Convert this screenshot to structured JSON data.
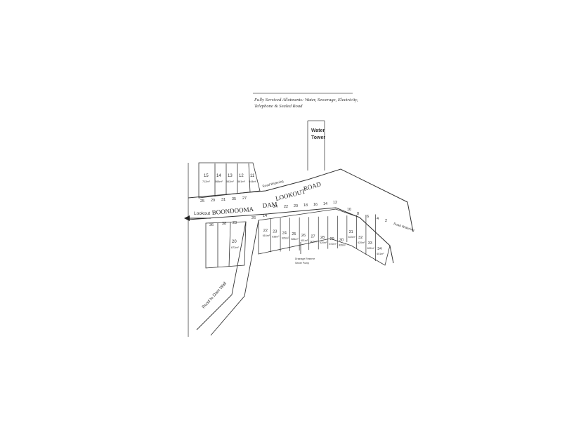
{
  "note": {
    "line1": "Fully Serviced Allotments: Water, Sewerage, Electricity,",
    "line2": "Telephone & Sealed Road"
  },
  "water_tower": {
    "line1": "Water",
    "line2": "Tower"
  },
  "road_name": {
    "w1": "BOONDOOMA",
    "w2": "DAM",
    "w3": "LOOKOUT",
    "w4": "ROAD"
  },
  "lookout_arrow_label": "Lookout",
  "dam_wall_road": "Road to Dam Wall",
  "road_widening": "Road Widening",
  "north_lots": [
    {
      "num": "15",
      "area": "712m²"
    },
    {
      "num": "14",
      "area": "568m²"
    },
    {
      "num": "13",
      "area": "562m²"
    },
    {
      "num": "12",
      "area": "561m²"
    },
    {
      "num": "11",
      "area": "544m²"
    }
  ],
  "south_lots_west": [
    {
      "num": "20",
      "area": "672m²"
    }
  ],
  "south_lots_east": [
    {
      "num": "22",
      "area": "616m²"
    },
    {
      "num": "23",
      "area": "638m²"
    },
    {
      "num": "24",
      "area": "626m²"
    },
    {
      "num": "25",
      "area": "584m²"
    },
    {
      "num": "26",
      "area": "601m²"
    },
    {
      "num": "27",
      "area": "606m²"
    },
    {
      "num": "28",
      "area": "620m²"
    },
    {
      "num": "29",
      "area": "672m²"
    },
    {
      "num": "30",
      "area": "826m²"
    },
    {
      "num": "31",
      "area": "623m²"
    },
    {
      "num": "32",
      "area": "620m²"
    },
    {
      "num": "33",
      "area": "632m²"
    },
    {
      "num": "34",
      "area": "651m²"
    }
  ],
  "frontage_numbers_north": [
    "25",
    "29",
    "31",
    "35",
    "27"
  ],
  "frontage_numbers_south": [
    "36",
    "38",
    "23",
    "26",
    "14",
    "24",
    "22",
    "20",
    "18",
    "16",
    "14",
    "12",
    "10",
    "8",
    "6",
    "4",
    "2"
  ],
  "reserve_label": "Drainage Reserve",
  "sewer_note": "Sewer Pump"
}
